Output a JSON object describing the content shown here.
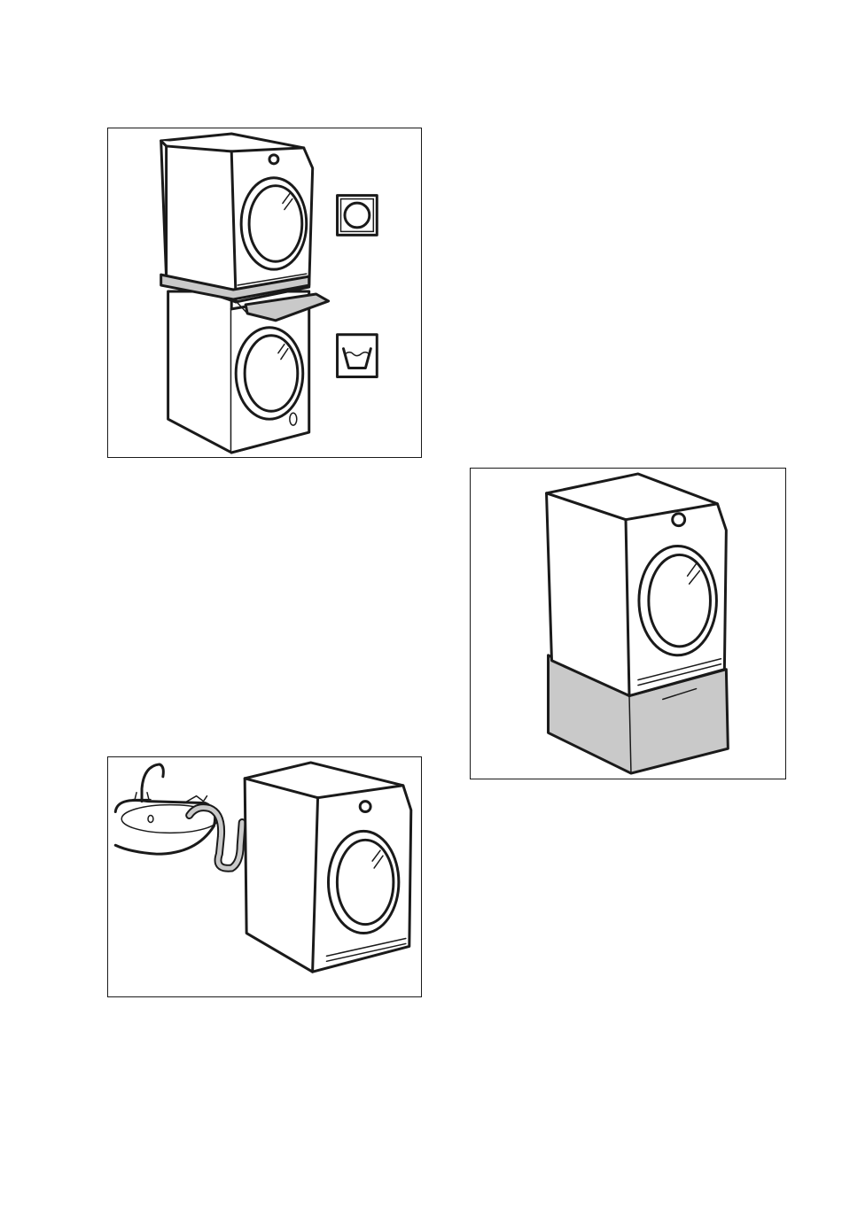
{
  "page": {
    "figures": [
      {
        "id": "stacked-dryer-on-washer",
        "symbols": [
          "tumble-dry-icon",
          "wash-tub-icon"
        ]
      },
      {
        "id": "drain-hose-to-sink"
      },
      {
        "id": "dryer-on-pedestal"
      }
    ]
  },
  "colors": {
    "outline": "#1a1a1a",
    "grey_fill": "#c9c9c9",
    "background": "#ffffff"
  }
}
